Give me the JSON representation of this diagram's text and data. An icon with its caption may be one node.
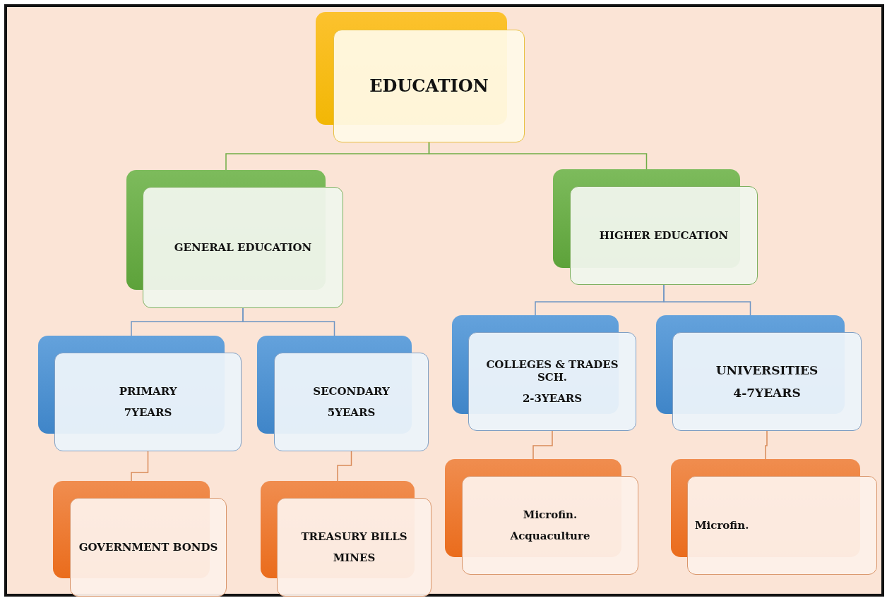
{
  "diagram": {
    "nodes": [
      {
        "text": [
          "EDUCATION"
        ]
      },
      {
        "text": [
          "GENERAL EDUCATION"
        ]
      },
      {
        "text": [
          "HIGHER EDUCATION"
        ]
      },
      {
        "text": [
          "PRIMARY",
          "7YEARS"
        ]
      },
      {
        "text": [
          "SECONDARY",
          "5YEARS"
        ]
      },
      {
        "text": [
          "COLLEGES & TRADES SCH.",
          "2-3YEARS"
        ]
      },
      {
        "text": [
          "UNIVERSITIES",
          "4-7YEARS"
        ]
      },
      {
        "text": [
          "GOVERNMENT BONDS"
        ]
      },
      {
        "text": [
          "TREASURY BILLS",
          "MINES"
        ]
      },
      {
        "text": [
          "Microfin.",
          "Acquaculture"
        ]
      },
      {
        "text": [
          "Microfin."
        ]
      }
    ],
    "edges": [
      {
        "from": 0,
        "to": 1,
        "arrow": "none",
        "color": "#70ad47"
      },
      {
        "from": 0,
        "to": 2,
        "arrow": "none",
        "color": "#70ad47"
      },
      {
        "from": 1,
        "to": 3,
        "arrow": "none",
        "color": "#6f95c4"
      },
      {
        "from": 1,
        "to": 4,
        "arrow": "none",
        "color": "#6f95c4"
      },
      {
        "from": 2,
        "to": 5,
        "arrow": "none",
        "color": "#6f95c4"
      },
      {
        "from": 2,
        "to": 6,
        "arrow": "none",
        "color": "#6f95c4"
      },
      {
        "from": 3,
        "to": 7,
        "arrow": "none",
        "color": "#d98a5a"
      },
      {
        "from": 4,
        "to": 8,
        "arrow": "none",
        "color": "#d98a5a"
      },
      {
        "from": 5,
        "to": 9,
        "arrow": "none",
        "color": "#d98a5a"
      },
      {
        "from": 6,
        "to": 10,
        "arrow": "none",
        "color": "#d98a5a"
      }
    ]
  }
}
